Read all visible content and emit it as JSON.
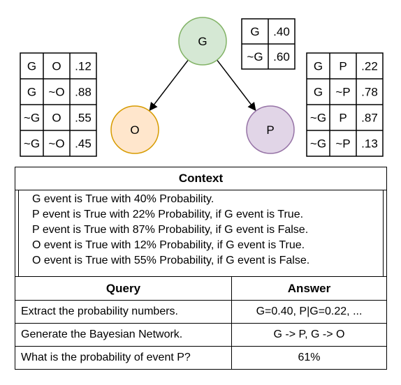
{
  "nodes": [
    {
      "id": "G",
      "label": "G",
      "fill": "#d5e8d4",
      "stroke": "#82b366"
    },
    {
      "id": "O",
      "label": "O",
      "fill": "#ffe6cc",
      "stroke": "#d79b00"
    },
    {
      "id": "P",
      "label": "P",
      "fill": "#e1d5e7",
      "stroke": "#9673a6"
    }
  ],
  "edges": [
    {
      "from": "G",
      "to": "O"
    },
    {
      "from": "G",
      "to": "P"
    }
  ],
  "cpt_g": [
    [
      "G",
      ".40"
    ],
    [
      "~G",
      ".60"
    ]
  ],
  "cpt_o": [
    [
      "G",
      "O",
      ".12"
    ],
    [
      "G",
      "~O",
      ".88"
    ],
    [
      "~G",
      "O",
      ".55"
    ],
    [
      "~G",
      "~O",
      ".45"
    ]
  ],
  "cpt_p": [
    [
      "G",
      "P",
      ".22"
    ],
    [
      "G",
      "~P",
      ".78"
    ],
    [
      "~G",
      "P",
      ".87"
    ],
    [
      "~G",
      "~P",
      ".13"
    ]
  ],
  "context": {
    "title": "Context",
    "lines": [
      "G event is True with 40% Probability.",
      "P event is True with 22% Probability, if G event is True.",
      "P event is True with 87% Probability, if G event is False.",
      "O event is True with 12% Probability, if G event is True.",
      "O event is True with 55% Probability, if G event is False."
    ]
  },
  "qa": {
    "query_header": "Query",
    "answer_header": "Answer",
    "rows": [
      {
        "query": "Extract the probability numbers.",
        "answer": "G=0.40, P|G=0.22, ..."
      },
      {
        "query": "Generate the Bayesian Network.",
        "answer": "G -> P, G -> O"
      },
      {
        "query": "What is the probability of event P?",
        "answer": "61%"
      }
    ]
  }
}
